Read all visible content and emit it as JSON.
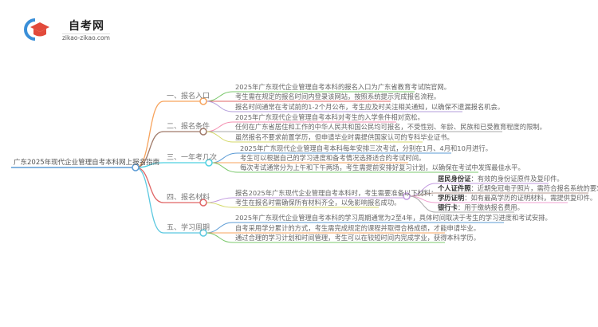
{
  "logo": {
    "title": "自考网",
    "url": "zikao-zikao.com"
  },
  "root": "广东2025年现代企业管理自考本科网上报名指南",
  "branches": [
    {
      "label": "一、报名入口",
      "color": "#f7a35c",
      "leaves": [
        "2025年广东现代企业管理自考本科的报名入口为广东省教育考试院官网。",
        "考生需在规定的报名时间内登录该网站，按照系统提示完成报名流程。",
        "报名时间通常在考试前的1-2个月公布，考生应及时关注相关通知，以确保不遗漏报名机会。"
      ]
    },
    {
      "label": "二、报名条件",
      "color": "#a07a6a",
      "leaves": [
        "2025年广东现代企业管理自考本科对考生的入学条件相对宽松。",
        "任何在广东省居住和工作的中华人民共和国公民均可报名，不受性别、年龄、民族和已受教育程度的限制。",
        "虽然报名不要求前置学历，但申请毕业时需提供国家认可的专科毕业证书。"
      ]
    },
    {
      "label": "三、一年考几次",
      "color": "#4dd0e1",
      "leaves": [
        "2025年广东现代企业管理自考本科每年安排三次考试，分别在1月、4月和10月进行。",
        "考生可以根据自己的学习进度和备考情况选择适合的考试时间。",
        "每次考试通常分为上午和下午两场，考生需提前安排好复习计划，以确保在考试中发挥最佳水平。"
      ]
    },
    {
      "label": "四、报名材料",
      "color": "#e06666",
      "leaves": [
        "报名2025年广东现代企业管理自考本科时，考生需要准备以下材料：",
        "考生在报名时需确保所有材料齐全，以免影响报名成功。"
      ],
      "materials": [
        {
          "name": "居民身份证",
          "desc": "：有效的身份证原件及复印件。"
        },
        {
          "name": "个人证件照",
          "desc": "：近期免冠电子照片，需符合报名系统的要求。"
        },
        {
          "name": "学历证明",
          "desc": "：如有最高学历的证明材料，需提供复印件。"
        },
        {
          "name": "银行卡",
          "desc": "：用于缴纳报名费用。"
        }
      ]
    },
    {
      "label": "五、学习周期",
      "color": "#5bc8e0",
      "leaves": [
        "2025年广东现代企业管理自考本科的学习周期通常为2至4年，具体时间取决于考生的学习进度和考试安排。",
        "自考采用学分累计的方式，考生需完成规定的课程并取得合格成绩，才能申请毕业。",
        "通过合理的学习计划和时间管理，考生可以在较短时间内完成学业，获得本科学历。"
      ]
    }
  ]
}
